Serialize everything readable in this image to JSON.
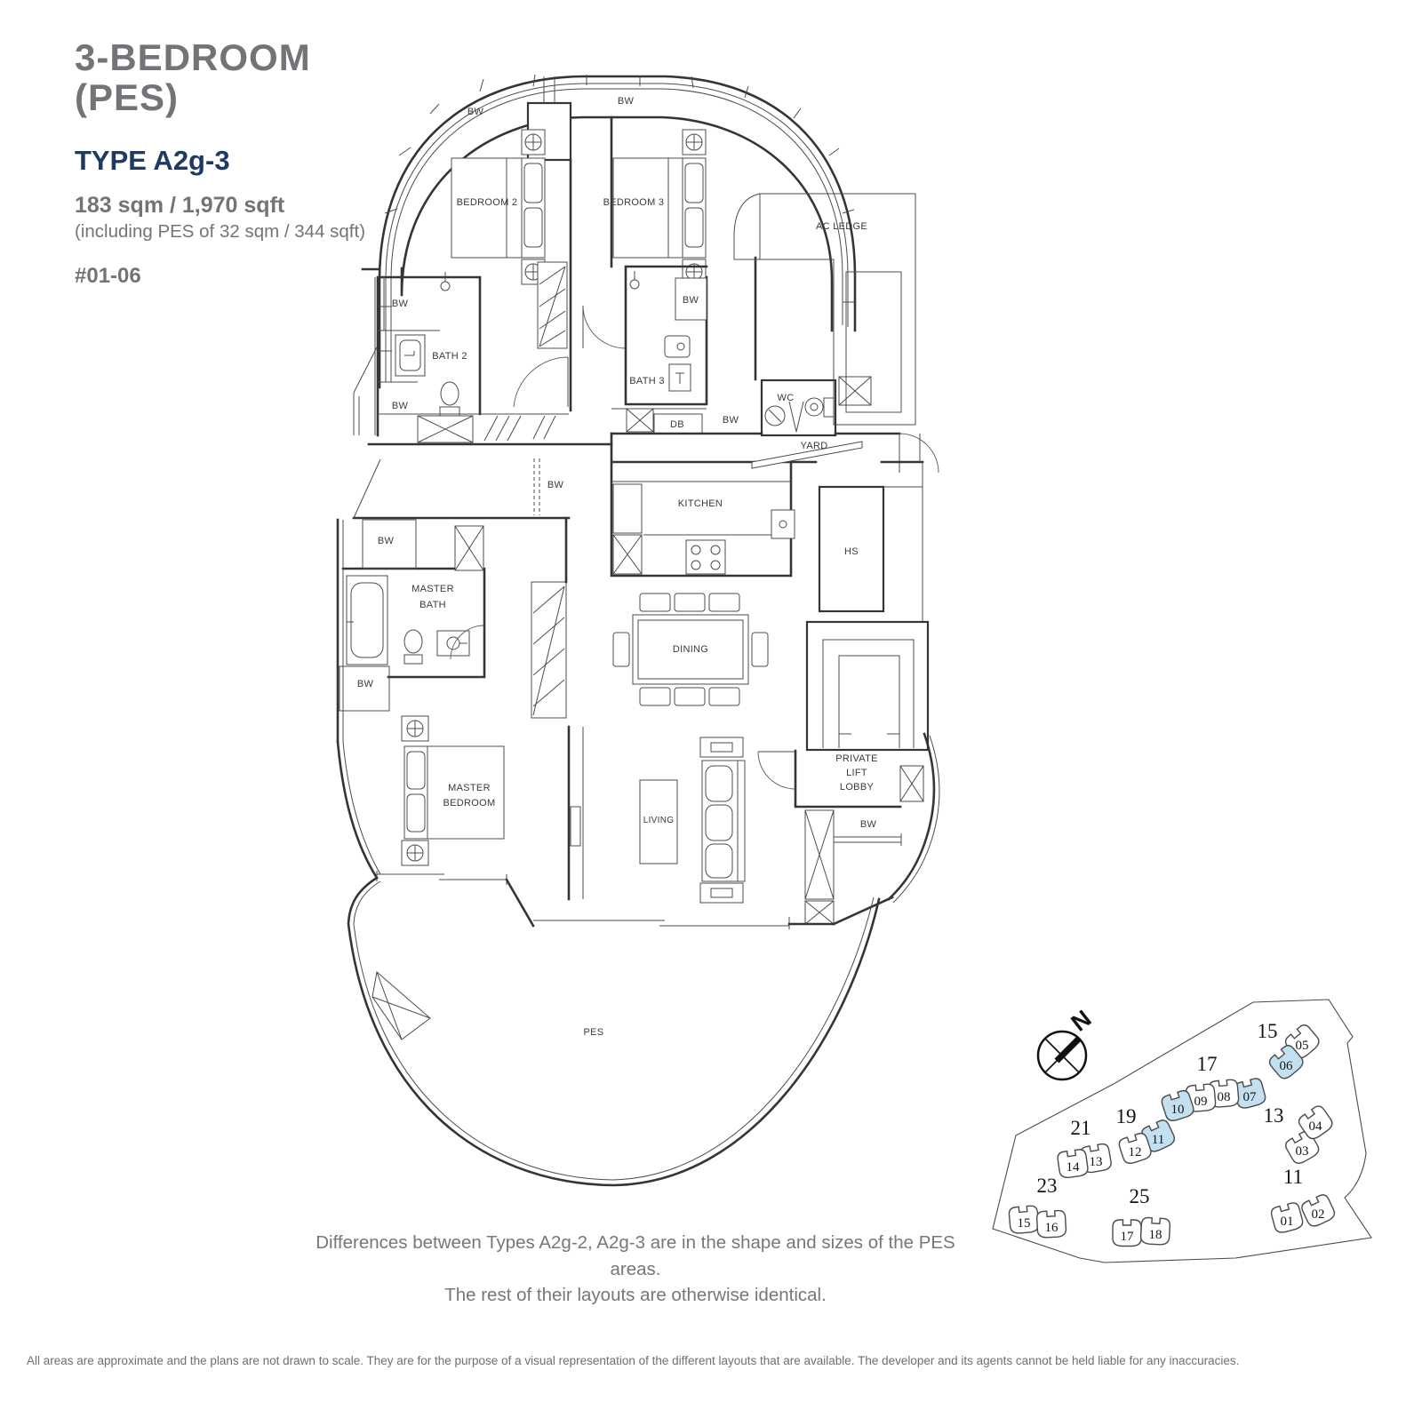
{
  "header": {
    "title_line1": "3-BEDROOM",
    "title_line2": "(PES)",
    "type_label": "TYPE A2g-3",
    "area": "183 sqm / 1,970 sqft",
    "area_note": "(including PES of 32 sqm / 344 sqft)",
    "unit_numbers": "#01-06"
  },
  "colors": {
    "title_gray": "#737477",
    "type_navy": "#1e3a62",
    "plan_line": "#353535"
  },
  "floor_plan": {
    "labels": {
      "bw": "BW",
      "bedroom2": "BEDROOM 2",
      "bedroom3": "BEDROOM 3",
      "ac_ledge": "AC LEDGE",
      "bath2": "BATH 2",
      "bath3": "BATH 3",
      "wc": "WC",
      "db": "DB",
      "yard": "YARD",
      "kitchen": "KITCHEN",
      "hs": "HS",
      "dining": "DINING",
      "master": "MASTER",
      "bath": "BATH",
      "bedroom": "BEDROOM",
      "living": "LIVING",
      "private": "PRIVATE",
      "lift": "LIFT",
      "lobby": "LOBBY",
      "pes": "PES"
    }
  },
  "site_plan": {
    "north_label": "N",
    "highlight_color": "#c2e0f0",
    "blocks": [
      {
        "name": "15"
      },
      {
        "name": "17"
      },
      {
        "name": "19"
      },
      {
        "name": "21"
      },
      {
        "name": "13"
      },
      {
        "name": "11"
      },
      {
        "name": "23"
      },
      {
        "name": "25"
      }
    ],
    "units": [
      {
        "no": "05",
        "highlighted": false
      },
      {
        "no": "06",
        "highlighted": true
      },
      {
        "no": "07",
        "highlighted": true
      },
      {
        "no": "08",
        "highlighted": false
      },
      {
        "no": "09",
        "highlighted": false
      },
      {
        "no": "10",
        "highlighted": true
      },
      {
        "no": "11",
        "highlighted": true
      },
      {
        "no": "12",
        "highlighted": false
      },
      {
        "no": "13",
        "highlighted": false
      },
      {
        "no": "14",
        "highlighted": false
      },
      {
        "no": "03",
        "highlighted": false
      },
      {
        "no": "04",
        "highlighted": false
      },
      {
        "no": "01",
        "highlighted": false
      },
      {
        "no": "02",
        "highlighted": false
      },
      {
        "no": "15",
        "highlighted": false
      },
      {
        "no": "16",
        "highlighted": false
      },
      {
        "no": "17",
        "highlighted": false
      },
      {
        "no": "18",
        "highlighted": false
      }
    ]
  },
  "notes": {
    "difference_line1": "Differences between Types A2g-2, A2g-3 are in the shape and sizes of the PES areas.",
    "difference_line2": "The rest of their layouts are otherwise identical.",
    "disclaimer": "All areas are approximate and the plans are not drawn to scale. They are for the purpose of a visual representation of the different layouts that are available. The developer and its agents cannot be held liable for any inaccuracies."
  }
}
